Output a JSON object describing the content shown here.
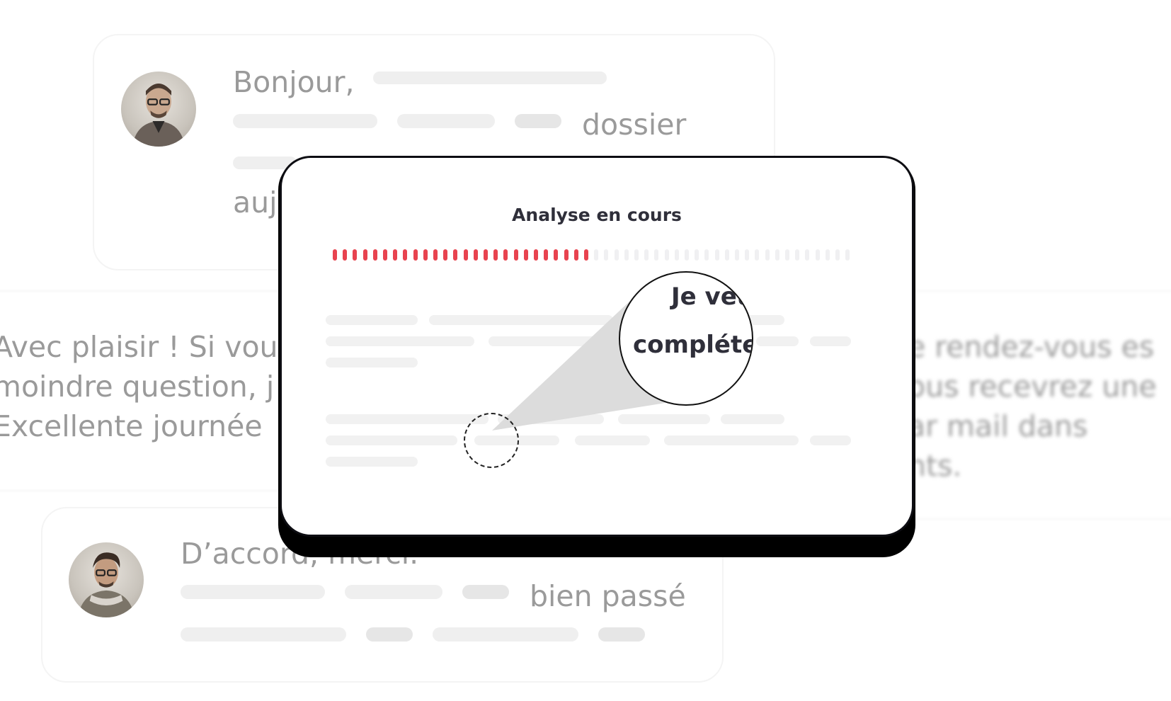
{
  "messages": {
    "top": {
      "line1": "Bonjour,",
      "word2": "dossier",
      "line3": "auj"
    },
    "left": {
      "line1": "Avec plaisir ! Si vou",
      "line2": "moindre question, j",
      "line3": "Excellente journée"
    },
    "right": {
      "line1": "e rendez-vous es",
      "line2": "ous recevrez une",
      "line3": "ar mail dans",
      "line4": "nts."
    },
    "bottom": {
      "line1": "D’accord, merci.",
      "word2": "bien passé"
    }
  },
  "modal": {
    "title": "Analyse en cours",
    "progress_percent": 50,
    "magnified": {
      "line1": "Je veu",
      "line2": "compléte"
    },
    "progress_color": "#e8434f"
  }
}
